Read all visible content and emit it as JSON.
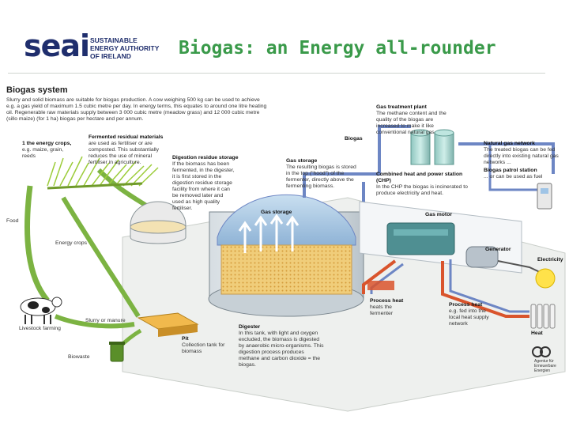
{
  "header": {
    "logo_word": "seai",
    "logo_sub": [
      "SUSTAINABLE",
      "ENERGY AUTHORITY",
      "OF IRELAND"
    ],
    "title": "Biogas: an Energy all-rounder"
  },
  "diagram": {
    "system_title": "Biogas system",
    "intro": "Slurry and solid biomass are suitable for biogas production. A cow weighing 500 kg can be used to achieve e.g. a gas yield of maximum 1.5 cubic metre per day. In energy terms, this equates to around one litre heating oil. Regenerable raw materials supply between 3 000 cubic metre (meadow grass) and 12 000 cubic metre (sillo maize) (for 1 ha) biogas per hectare and per annum.",
    "energy_crops_title": "1 the energy crops,",
    "energy_crops_body": "e.g. maize, grain, reeds",
    "fermented_title": "Fermented residual materials",
    "fermented_body": "are used as fertiliser or are composted. This substantially reduces the use of mineral fertiliser in agriculture.",
    "digestion_storage_title": "Digestion residue storage",
    "digestion_storage_body": "If the biomass has been fermented, in the digester, it is first stored in the digestion residue storage facility from where it can be removed later and used as high quality fertiliser.",
    "gas_storage_title": "Gas storage",
    "gas_storage_body": "The resulting biogas is stored in the top (\"hood\") of the fermenter, directly above the fermenting biomass.",
    "gas_storage_label": "Gas storage",
    "gas_treatment_title": "Gas treatment plant",
    "gas_treatment_body": "The methane content and the quality of the biogas are increased to make it like conventional natural gas",
    "biogas_label": "Biogas",
    "natural_gas_title": "Natural gas network",
    "natural_gas_body": "The treated biogas can be fed directly into existing natural gas networks ...",
    "patrol_title": "Biogas patrol station",
    "patrol_body": "... or can be used as fuel",
    "chp_title": "Combined heat and power station (CHP)",
    "chp_body": "In the CHP the biogas is incinerated to produce electricity and heat.",
    "gas_motor": "Gas motor",
    "generator": "Generator",
    "electricity": "Electricity",
    "food": "Food",
    "energy_crops": "Energy crops",
    "livestock": "Livestock farming",
    "slurry": "Slurry or manure",
    "pit_title": "Pit",
    "pit_body": "Collection tank for biomass",
    "biowaste": "Biowaste",
    "digester_title": "Digester",
    "digester_body": "In this tank, with light and oxygen excluded, the biomass is digested by anaerobic micro-organisms. This digestion process produces methane and carbon dioxide = the biogas.",
    "process_heat_title": "Process heat",
    "process_heat_body": "heats the fermenter",
    "process_heat2_title": "Process heat",
    "process_heat2_body": "e.g. fed into the local heat supply network",
    "heat": "Heat",
    "credit": "Agentur für Erneuerbare Energien"
  },
  "colors": {
    "brand_navy": "#1f2e6d",
    "title_green": "#3a9a4a",
    "arrow_green": "#7cb342",
    "pipe_blue": "#6d86c4",
    "heat_red": "#d9542c",
    "crop_green": "#9ccc3a"
  }
}
